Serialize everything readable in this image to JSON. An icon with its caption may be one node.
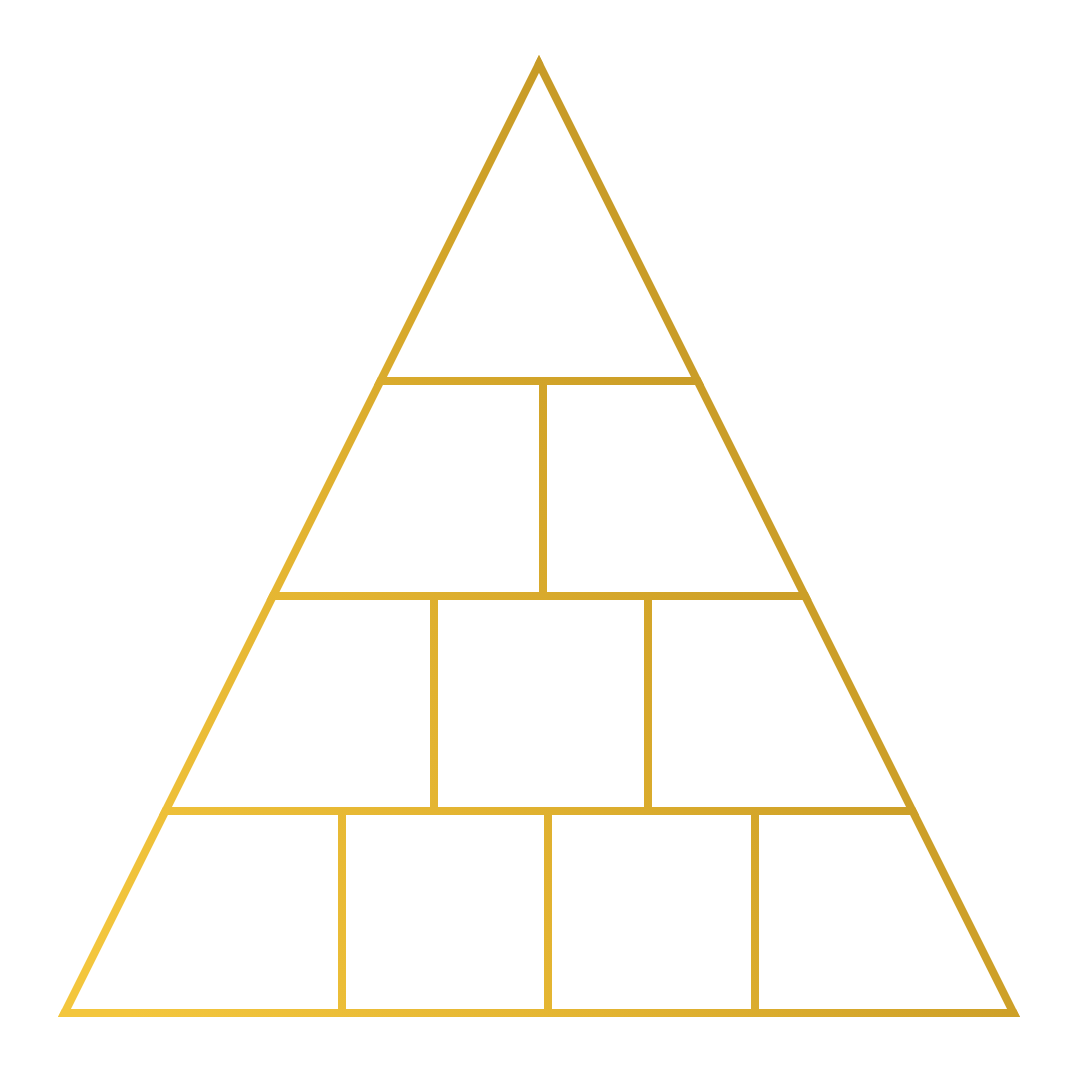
{
  "diagram": {
    "nodes": [
      {
        "text": [],
        "shape": "triangle"
      },
      {
        "text": [],
        "shape": "trapezoid"
      },
      {
        "text": [],
        "shape": "trapezoid"
      },
      {
        "text": [],
        "shape": "trapezoid"
      },
      {
        "text": [],
        "shape": "box"
      },
      {
        "text": [],
        "shape": "trapezoid"
      },
      {
        "text": [],
        "shape": "trapezoid"
      },
      {
        "text": [],
        "shape": "box"
      },
      {
        "text": [],
        "shape": "box"
      },
      {
        "text": [],
        "shape": "trapezoid"
      }
    ]
  }
}
